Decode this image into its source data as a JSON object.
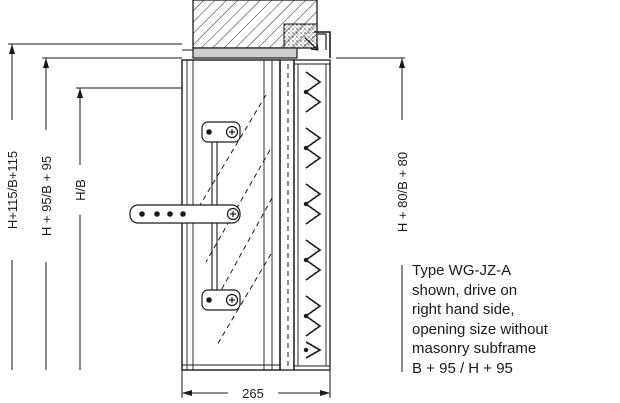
{
  "dimensions": {
    "height_outer": "H+115/B+115",
    "height_mid": "H + 95/B + 95",
    "height_nominal": "H/B",
    "height_right": "H + 80/B + 80",
    "depth": "265"
  },
  "caption": {
    "lines": [
      "Type WG-JZ-A",
      "shown, drive on",
      "right hand side,",
      "opening size without",
      "masonry subframe",
      "B + 95 / H + 95"
    ]
  }
}
